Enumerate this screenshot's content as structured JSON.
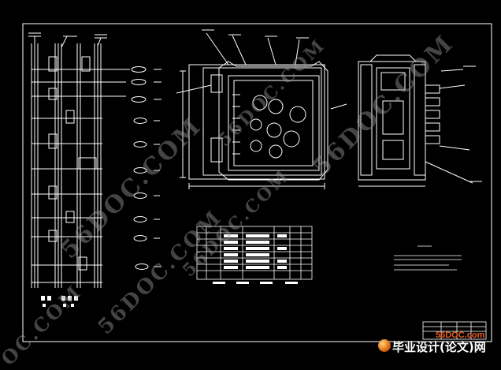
{
  "watermarks": [
    "56DOC.COM",
    "56DOC.COM",
    "56DOC.COM",
    "56DOC.COM",
    "56DOC.COM",
    "OC.COM"
  ],
  "logo": {
    "url": "56DOC.com",
    "text": "毕业设计(论文)网"
  },
  "colors": {
    "background": "#000000",
    "lines": "#ffffff",
    "watermark": "#969696",
    "logo_accent": "#e85c1f"
  }
}
